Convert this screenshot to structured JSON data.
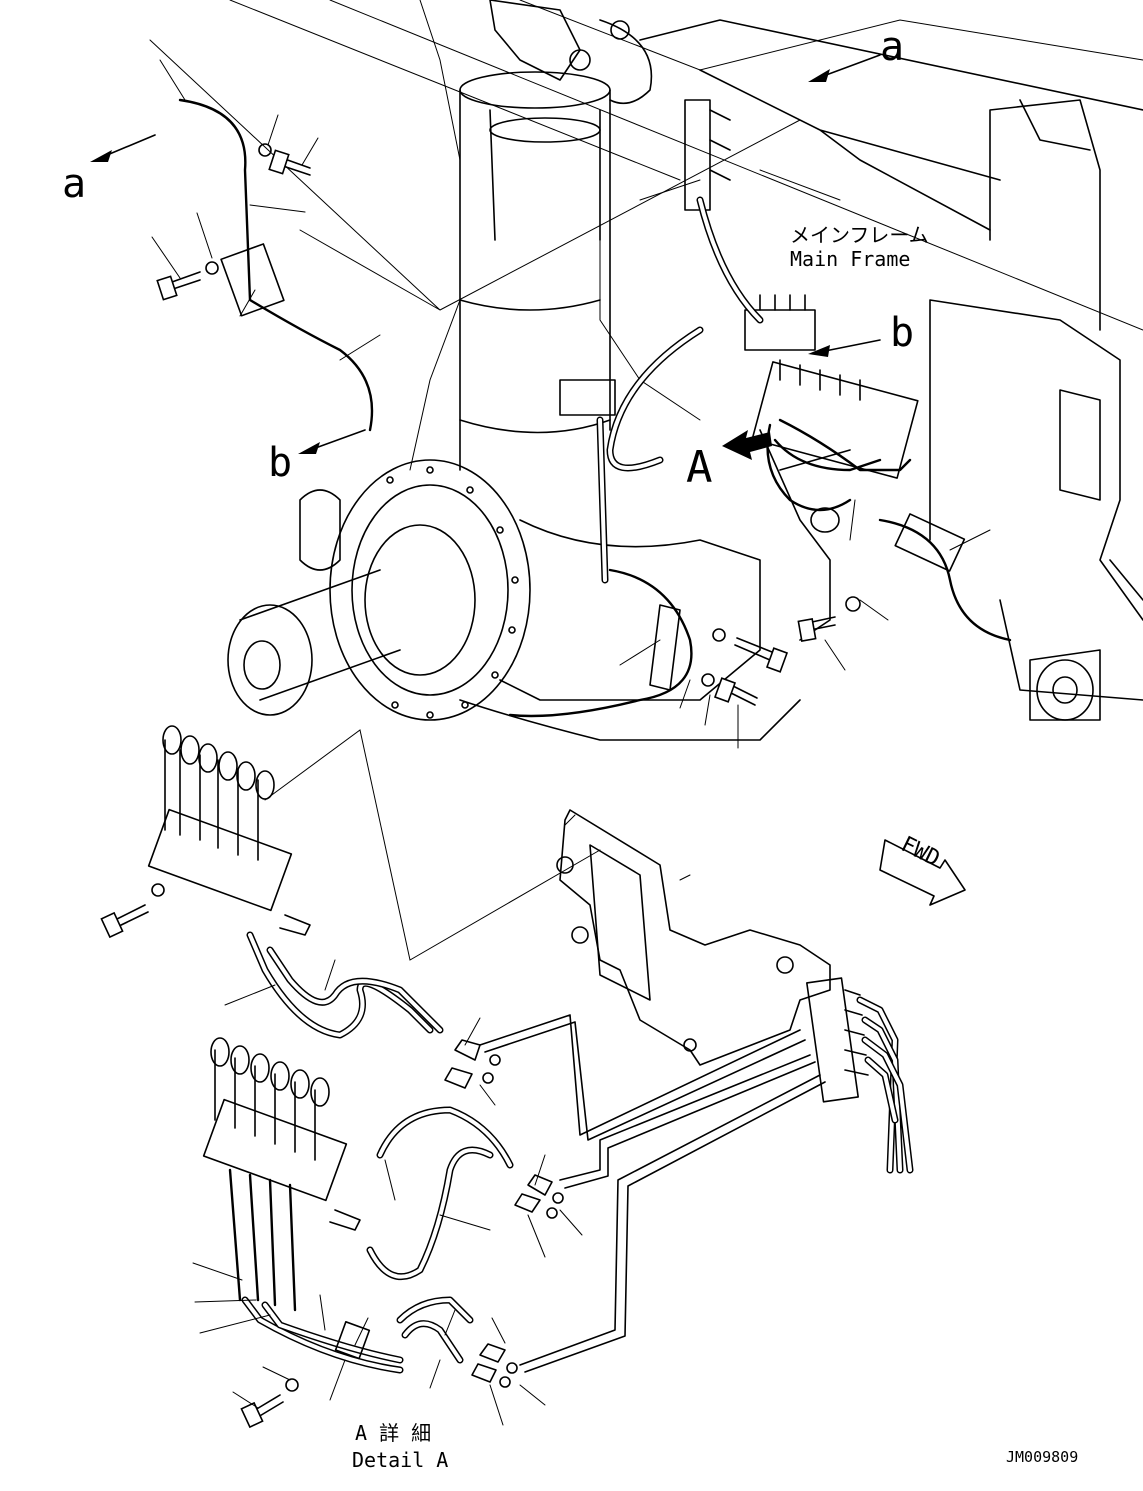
{
  "labels": {
    "view_a_upper": "a",
    "view_a_lower": "a",
    "view_b_upper": "b",
    "view_b_lower": "b",
    "view_A": "A",
    "main_frame_jp": "メインフレーム",
    "main_frame_en": "Main Frame",
    "detail_a_jp": "A 詳 細",
    "detail_a_en": "Detail A",
    "fwd": "FWD",
    "drawing_id": "JM009809"
  }
}
